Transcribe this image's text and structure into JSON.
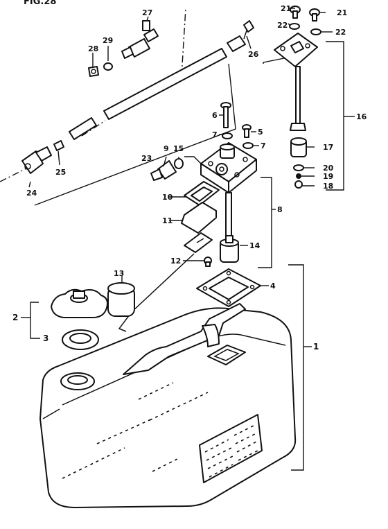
{
  "figure": {
    "header_fragment": "FIG.28"
  },
  "parts": [
    {
      "num": "1",
      "part": "fuel-tank"
    },
    {
      "num": "2",
      "part": "tank-cap"
    },
    {
      "num": "3",
      "part": "cap-gasket"
    },
    {
      "num": "4",
      "part": "tank-gasket"
    },
    {
      "num": "5",
      "part": "screw"
    },
    {
      "num": "6",
      "part": "screw"
    },
    {
      "num": "7",
      "part": "washer"
    },
    {
      "num": "8",
      "part": "fuel-gauge-assy"
    },
    {
      "num": "9",
      "part": "connector"
    },
    {
      "num": "10",
      "part": "gasket"
    },
    {
      "num": "11",
      "part": "cover"
    },
    {
      "num": "12",
      "part": "screw"
    },
    {
      "num": "13",
      "part": "filter"
    },
    {
      "num": "14",
      "part": "float"
    },
    {
      "num": "15",
      "part": "o-ring"
    },
    {
      "num": "16",
      "part": "valve-assy"
    },
    {
      "num": "17",
      "part": "valve"
    },
    {
      "num": "18",
      "part": "screw"
    },
    {
      "num": "19",
      "part": "washer"
    },
    {
      "num": "20",
      "part": "washer"
    },
    {
      "num": "21",
      "part": "screw"
    },
    {
      "num": "22",
      "part": "washer"
    },
    {
      "num": "23",
      "part": "fuel-hose"
    },
    {
      "num": "24",
      "part": "connector"
    },
    {
      "num": "25",
      "part": "clip"
    },
    {
      "num": "26",
      "part": "clamp"
    },
    {
      "num": "27",
      "part": "connector"
    },
    {
      "num": "28",
      "part": "nut"
    },
    {
      "num": "29",
      "part": "washer"
    }
  ]
}
